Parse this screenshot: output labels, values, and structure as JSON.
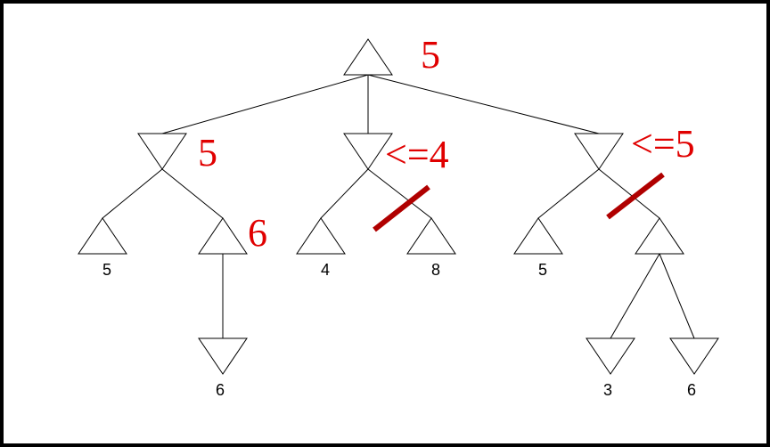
{
  "colors": {
    "annotation": "#e00000",
    "prune_mark": "#b00000",
    "frame": "#000000"
  },
  "nodes": [
    {
      "id": "root",
      "kind": "max"
    },
    {
      "id": "m1",
      "kind": "min"
    },
    {
      "id": "m2",
      "kind": "min"
    },
    {
      "id": "m3",
      "kind": "min"
    },
    {
      "id": "a1",
      "kind": "max",
      "leaf_value": "5"
    },
    {
      "id": "a2",
      "kind": "max"
    },
    {
      "id": "a3",
      "kind": "max",
      "leaf_value": "4"
    },
    {
      "id": "a4",
      "kind": "max",
      "leaf_value": "8"
    },
    {
      "id": "a5",
      "kind": "max",
      "leaf_value": "5"
    },
    {
      "id": "a6",
      "kind": "max"
    },
    {
      "id": "b1",
      "kind": "min",
      "leaf_value": "6"
    },
    {
      "id": "b2",
      "kind": "min",
      "leaf_value": "3"
    },
    {
      "id": "b3",
      "kind": "min",
      "leaf_value": "6"
    }
  ],
  "edges": [
    [
      "root",
      "m1"
    ],
    [
      "root",
      "m2"
    ],
    [
      "root",
      "m3"
    ],
    [
      "m1",
      "a1"
    ],
    [
      "m1",
      "a2"
    ],
    [
      "a2",
      "b1"
    ],
    [
      "m2",
      "a3"
    ],
    [
      "m2",
      "a4"
    ],
    [
      "m3",
      "a5"
    ],
    [
      "m3",
      "a6"
    ],
    [
      "a6",
      "b2"
    ],
    [
      "a6",
      "b3"
    ]
  ],
  "annotations": {
    "root": "5",
    "m1": "5",
    "a2": "6",
    "m2": "<=4",
    "m3": "<=5"
  },
  "pruned_edges": [
    [
      "m2",
      "a4"
    ],
    [
      "m3",
      "a6"
    ]
  ]
}
